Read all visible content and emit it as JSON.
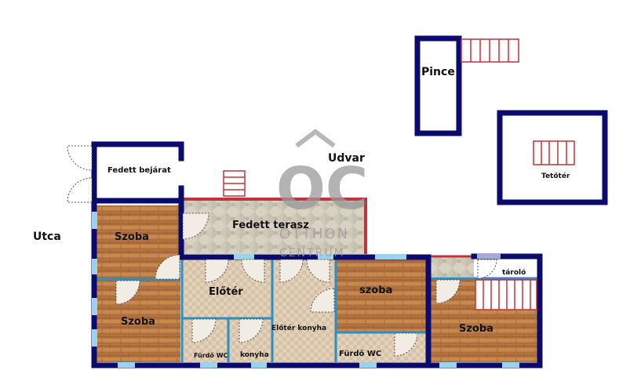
{
  "colors": {
    "outer_wall": "#0b0b6e",
    "inner_wall": "#2b8fc4",
    "terrace_wall": "#c0343a",
    "stairs": "#c0343a",
    "wood_floor": "#b87842",
    "tile_floor": "#e2d2bc",
    "terrace_floor": "#d8d2c4",
    "window": "#9ad3ea"
  },
  "labels": {
    "utca": "Utca",
    "udvar": "Udvar",
    "pince": "Pince",
    "tetoter": "Tetőtér",
    "fedett_bejarat": "Fedett bejárat",
    "fedett_terasz": "Fedett terasz",
    "szoba_top_left": "Szoba",
    "szoba_bottom_left": "Szoba",
    "eloter": "Előtér",
    "eloter_konyha": "Előtér konyha",
    "furdo_wc_left": "Fürdő WC",
    "konyha": "konyha",
    "szoba_middle": "szoba",
    "furdo_wc_right": "Fürdő WC",
    "taroló": "tároló",
    "szoba_right": "Szoba"
  },
  "watermark": {
    "logo": "OC",
    "line1": "OTTHON",
    "line2": "CENTRUM"
  }
}
